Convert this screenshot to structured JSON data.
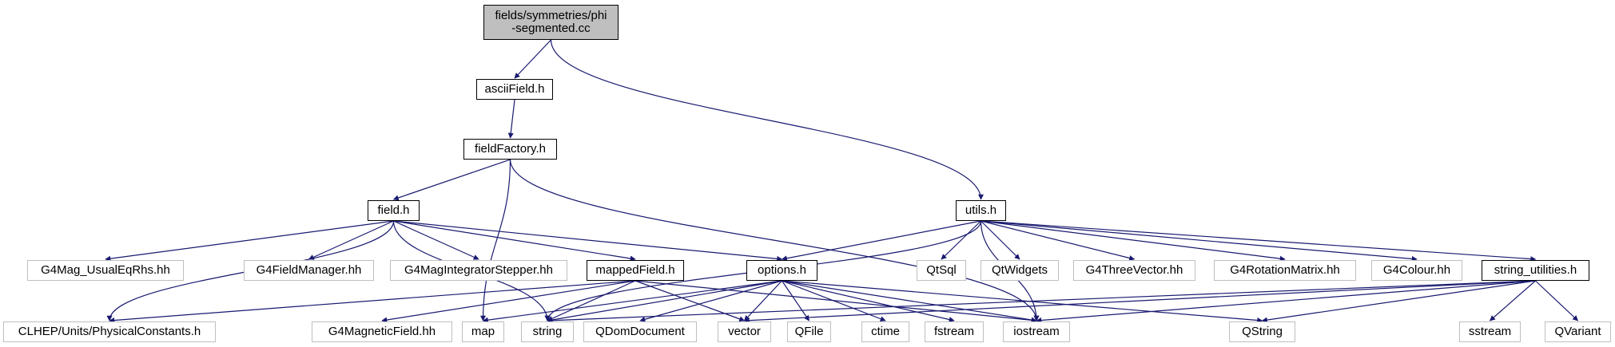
{
  "root": {
    "line1": "fields/symmetries/phi",
    "line2": "-segmented.cc"
  },
  "nodes": {
    "asciiField": "asciiField.h",
    "fieldFactory": "fieldFactory.h",
    "field": "field.h",
    "utils": "utils.h",
    "G4Mag_UsualEqRhs": "G4Mag_UsualEqRhs.hh",
    "G4FieldManager": "G4FieldManager.hh",
    "G4MagIntegratorStepper": "G4MagIntegratorStepper.hh",
    "mappedField": "mappedField.h",
    "options": "options.h",
    "QtSql": "QtSql",
    "QtWidgets": "QtWidgets",
    "G4ThreeVector": "G4ThreeVector.hh",
    "G4RotationMatrix": "G4RotationMatrix.hh",
    "G4Colour": "G4Colour.hh",
    "string_utilities": "string_utilities.h",
    "CLHEP": "CLHEP/Units/PhysicalConstants.h",
    "G4MagneticField": "G4MagneticField.hh",
    "map": "map",
    "string": "string",
    "QDomDocument": "QDomDocument",
    "vector": "vector",
    "QFile": "QFile",
    "ctime": "ctime",
    "fstream": "fstream",
    "iostream": "iostream",
    "QString": "QString",
    "sstream": "sstream",
    "QVariant": "QVariant"
  },
  "edges": [
    [
      "root",
      "asciiField"
    ],
    [
      "root",
      "utils"
    ],
    [
      "asciiField",
      "fieldFactory"
    ],
    [
      "fieldFactory",
      "field"
    ],
    [
      "fieldFactory",
      "map"
    ],
    [
      "fieldFactory",
      "iostream"
    ],
    [
      "field",
      "G4Mag_UsualEqRhs"
    ],
    [
      "field",
      "G4FieldManager"
    ],
    [
      "field",
      "G4MagIntegratorStepper"
    ],
    [
      "field",
      "mappedField"
    ],
    [
      "field",
      "options"
    ],
    [
      "field",
      "CLHEP"
    ],
    [
      "field",
      "string"
    ],
    [
      "mappedField",
      "CLHEP"
    ],
    [
      "mappedField",
      "G4MagneticField"
    ],
    [
      "mappedField",
      "string"
    ],
    [
      "mappedField",
      "vector"
    ],
    [
      "mappedField",
      "iostream"
    ],
    [
      "options",
      "map"
    ],
    [
      "options",
      "string"
    ],
    [
      "options",
      "QDomDocument"
    ],
    [
      "options",
      "vector"
    ],
    [
      "options",
      "QFile"
    ],
    [
      "options",
      "ctime"
    ],
    [
      "options",
      "fstream"
    ],
    [
      "options",
      "iostream"
    ],
    [
      "options",
      "QString"
    ],
    [
      "utils",
      "options"
    ],
    [
      "utils",
      "string"
    ],
    [
      "utils",
      "iostream"
    ],
    [
      "utils",
      "QtSql"
    ],
    [
      "utils",
      "QtWidgets"
    ],
    [
      "utils",
      "G4ThreeVector"
    ],
    [
      "utils",
      "G4RotationMatrix"
    ],
    [
      "utils",
      "G4Colour"
    ],
    [
      "utils",
      "string_utilities"
    ],
    [
      "string_utilities",
      "string"
    ],
    [
      "string_utilities",
      "vector"
    ],
    [
      "string_utilities",
      "iostream"
    ],
    [
      "string_utilities",
      "QString"
    ],
    [
      "string_utilities",
      "sstream"
    ],
    [
      "string_utilities",
      "QVariant"
    ]
  ],
  "colors": {
    "edge": "#191970",
    "doc_border": "#000000",
    "ext_border": "#bfbfbf",
    "root_fill": "#bfbfbf"
  }
}
